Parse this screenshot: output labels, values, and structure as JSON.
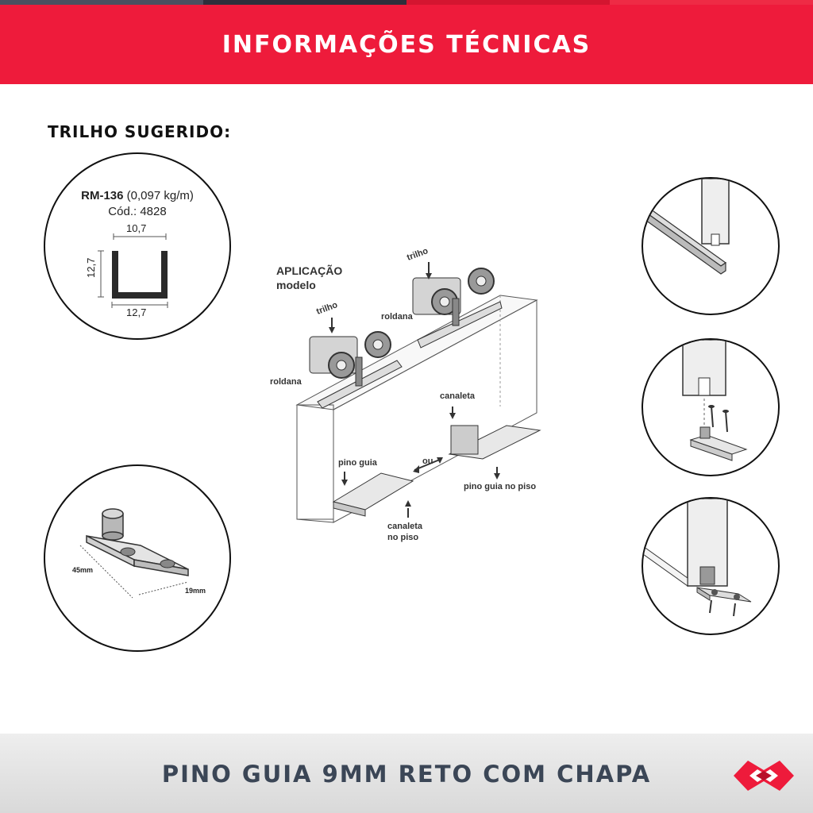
{
  "top_bar_colors": [
    "#4a5060",
    "#2d2f3b",
    "#d41530",
    "#ee2b45"
  ],
  "header": {
    "title": "INFORMAÇÕES TÉCNICAS",
    "color": "#ee1b3b"
  },
  "section": {
    "title": "TRILHO SUGERIDO:"
  },
  "rail": {
    "code": "RM-136",
    "weight": "(0,097 kg/m)",
    "cod": "Cód.: 4828",
    "dim_top": "10,7",
    "dim_side": "12,7",
    "dim_bottom": "12,7"
  },
  "plate": {
    "length": "45mm",
    "width": "19mm"
  },
  "application": {
    "title_line1": "APLICAÇÃO",
    "title_line2": "modelo",
    "labels": {
      "trilho_left": "trilho",
      "trilho_right": "trilho",
      "roldana_left": "roldana",
      "roldana_right": "roldana",
      "canaleta": "canaleta",
      "pino_guia": "pino guia",
      "ou": "ou",
      "pino_guia_no_piso": "pino guia no piso",
      "canaleta_no_piso_1": "canaleta",
      "canaleta_no_piso_2": "no piso"
    }
  },
  "icons": [
    "rail-profile-icon",
    "guide-pin-plate-icon",
    "door-rail-icon",
    "pin-screws-icon",
    "pin-installed-icon",
    "brand-logo-icon"
  ],
  "footer": {
    "title": "PINO GUIA 9MM RETO COM CHAPA"
  },
  "brand_color": "#ee1b3b"
}
